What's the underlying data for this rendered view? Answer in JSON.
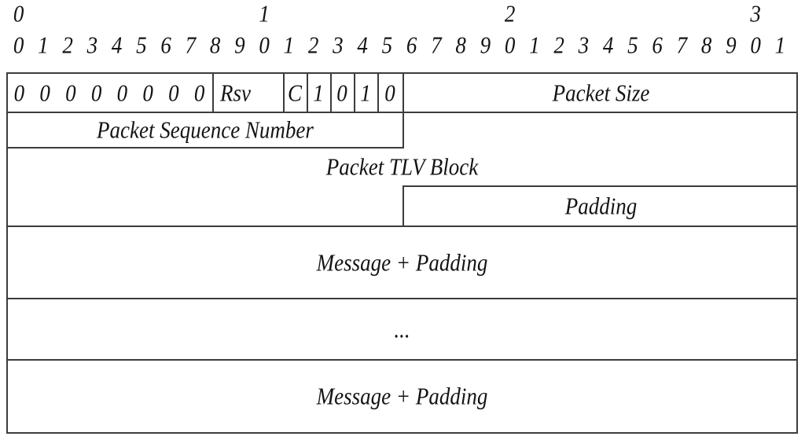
{
  "diagram": {
    "bit_ruler": {
      "tens_labels": [
        {
          "label": "0",
          "bit": 0
        },
        {
          "label": "1",
          "bit": 10
        },
        {
          "label": "2",
          "bit": 20
        },
        {
          "label": "3",
          "bit": 30
        }
      ],
      "bit_labels": [
        "0",
        "1",
        "2",
        "3",
        "4",
        "5",
        "6",
        "7",
        "8",
        "9",
        "0",
        "1",
        "2",
        "3",
        "4",
        "5",
        "6",
        "7",
        "8",
        "9",
        "0",
        "1",
        "2",
        "3",
        "4",
        "5",
        "6",
        "7",
        "8",
        "9",
        "0",
        "1"
      ]
    },
    "row1": {
      "zero_bits": [
        "0",
        "0",
        "0",
        "0",
        "0",
        "0",
        "0",
        "0"
      ],
      "rsv_label": "Rsv",
      "c_flag_label": "C",
      "version_bits": [
        "1",
        "0",
        "1",
        "0"
      ],
      "packet_size_label": "Packet Size"
    },
    "row2": {
      "packet_sequence_number_label": "Packet Sequence Number"
    },
    "tlv_block_label": "Packet TLV Block",
    "padding_label": "Padding",
    "message_rows": [
      "Message + Padding",
      "...",
      "Message + Padding"
    ]
  },
  "colors": {
    "background": "#ffffff",
    "line": "#3c3c3c",
    "text": "#141414"
  }
}
